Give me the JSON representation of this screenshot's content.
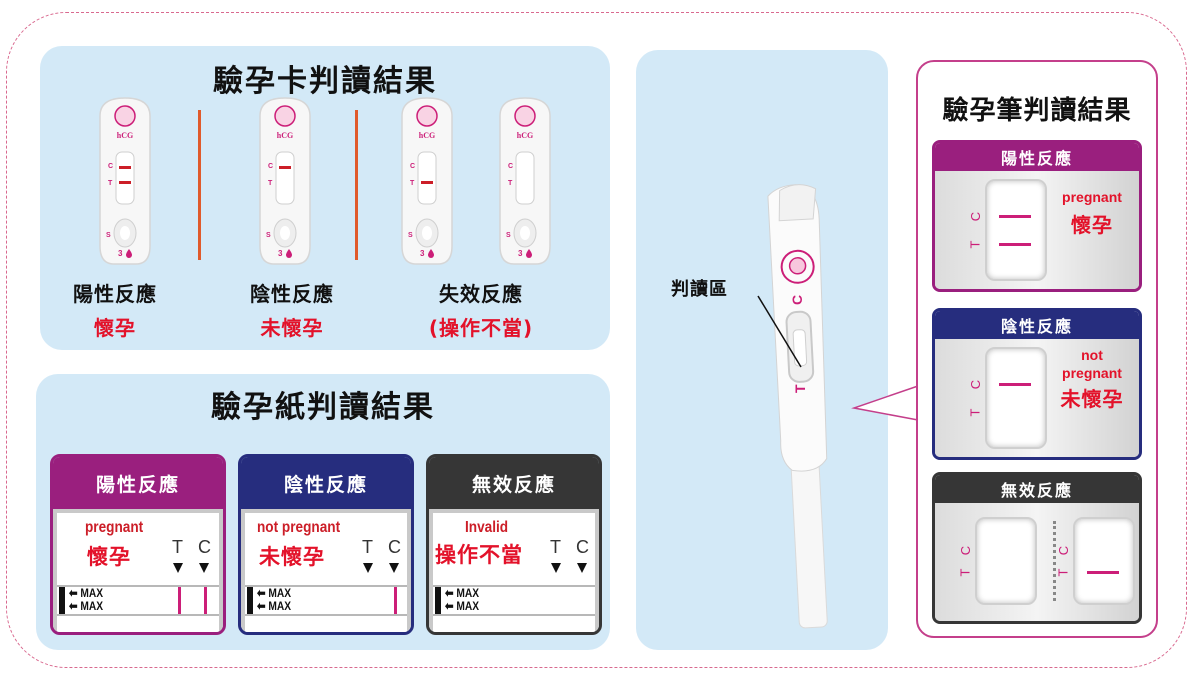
{
  "card_panel": {
    "title": "驗孕卡判讀結果",
    "card_logo_text": "hCG",
    "card_c_label": "C",
    "card_t_label": "T",
    "card_s_label": "S",
    "card_drop_label": "3",
    "results": [
      {
        "label": "陽性反應",
        "sub": "懷孕"
      },
      {
        "label": "陰性反應",
        "sub": "未懷孕"
      },
      {
        "label": "失效反應",
        "sub": "(操作不當)"
      }
    ]
  },
  "paper_panel": {
    "title": "驗孕紙判讀結果",
    "strips": [
      {
        "header": "陽性反應",
        "en": "pregnant",
        "cn": "懷孕",
        "color": "#9a1f7e"
      },
      {
        "header": "陰性反應",
        "en": "not pregnant",
        "cn": "未懷孕",
        "color": "#262d7e"
      },
      {
        "header": "無效反應",
        "en": "Invalid",
        "cn": "操作不當",
        "color": "#363636"
      }
    ],
    "t_label": "T",
    "c_label": "C",
    "max_label": "MAX"
  },
  "pen_illustration": {
    "read_zone_label": "判讀區",
    "c_label": "C",
    "t_label": "T"
  },
  "pen_panel": {
    "title": "驗孕筆判讀結果",
    "results": [
      {
        "header": "陽性反應",
        "en": "pregnant",
        "cn": "懷孕",
        "color": "#9a1f7e"
      },
      {
        "header": "陰性反應",
        "en_line1": "not",
        "en_line2": "pregnant",
        "cn": "未懷孕",
        "color": "#262d7e"
      },
      {
        "header": "無效反應",
        "color": "#363636"
      }
    ],
    "t_label": "T",
    "c_label": "C"
  },
  "colors": {
    "accent": "#cc1e78",
    "panel_bg": "#d3e9f7",
    "result_red": "#e3122a"
  }
}
